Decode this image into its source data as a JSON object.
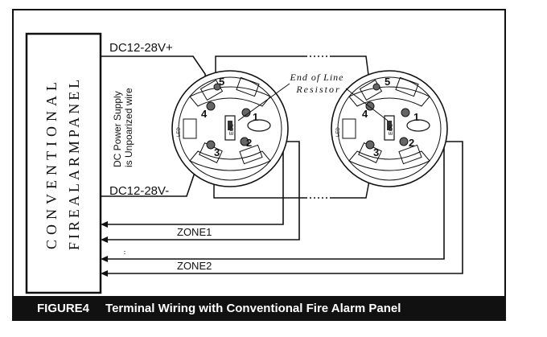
{
  "panel": {
    "line1": "CONVENTIONAL",
    "line2": "FIREALARMPANEL"
  },
  "labels": {
    "dc_positive": "DC12-28V+",
    "dc_negative": "DC12-28V-",
    "dc_note_line1": "DC Power Supply",
    "dc_note_line2": "is Unpoarized wire",
    "eol_line1": "End of Line",
    "eol_line2": "Resistor",
    "eol_tag": "EOL",
    "led": "LED",
    "zone1": "ZONE1",
    "zone2": "ZONE2"
  },
  "terminals": [
    "1",
    "2",
    "3",
    "4",
    "5"
  ],
  "caption": {
    "figure": "FIGURE4",
    "title": "Terminal Wiring with Conventional Fire Alarm Panel"
  }
}
